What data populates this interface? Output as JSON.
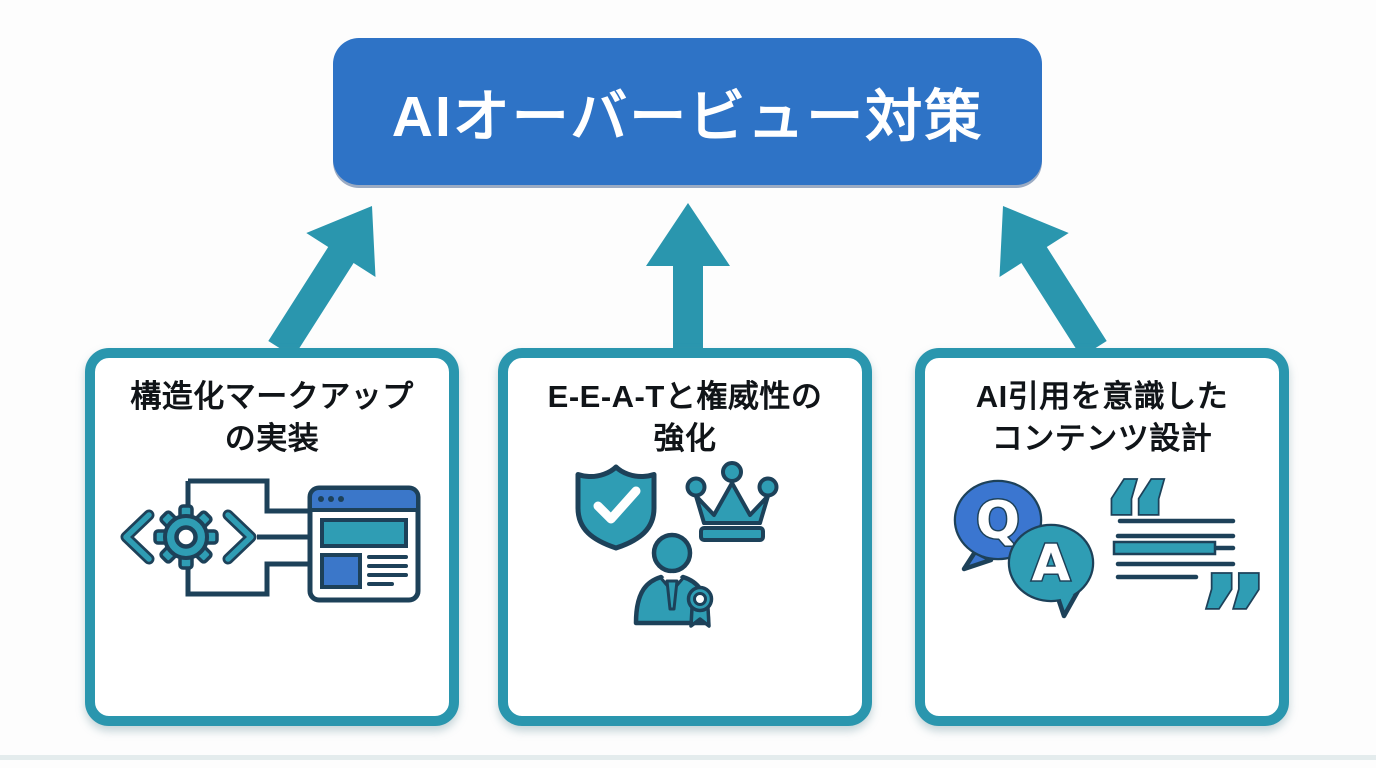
{
  "banner": {
    "label": "AIオーバービュー対策"
  },
  "cards": [
    {
      "title_line1": "構造化マークアップ",
      "title_line2": "の実装",
      "icon": "code-gear-browser-icon"
    },
    {
      "title_line1": "E-E-A-Tと権威性の",
      "title_line2": "強化",
      "icon": "shield-crown-expert-icon"
    },
    {
      "title_line1": "AI引用を意識した",
      "title_line2": "コンテンツ設計",
      "icon": "qa-quote-icon"
    }
  ],
  "icon_labels": {
    "q": "Q",
    "a": "A",
    "open_quote": "“",
    "close_quote": "”"
  },
  "colors": {
    "banner_blue": "#2e73c6",
    "teal": "#2a96ae",
    "icon_teal_fill": "#2f9db4",
    "icon_blue_fill": "#3b77c9",
    "outline_navy": "#1d4159",
    "title_text": "#101418",
    "banner_text": "#ffffff",
    "background": "#fdfdfd"
  }
}
